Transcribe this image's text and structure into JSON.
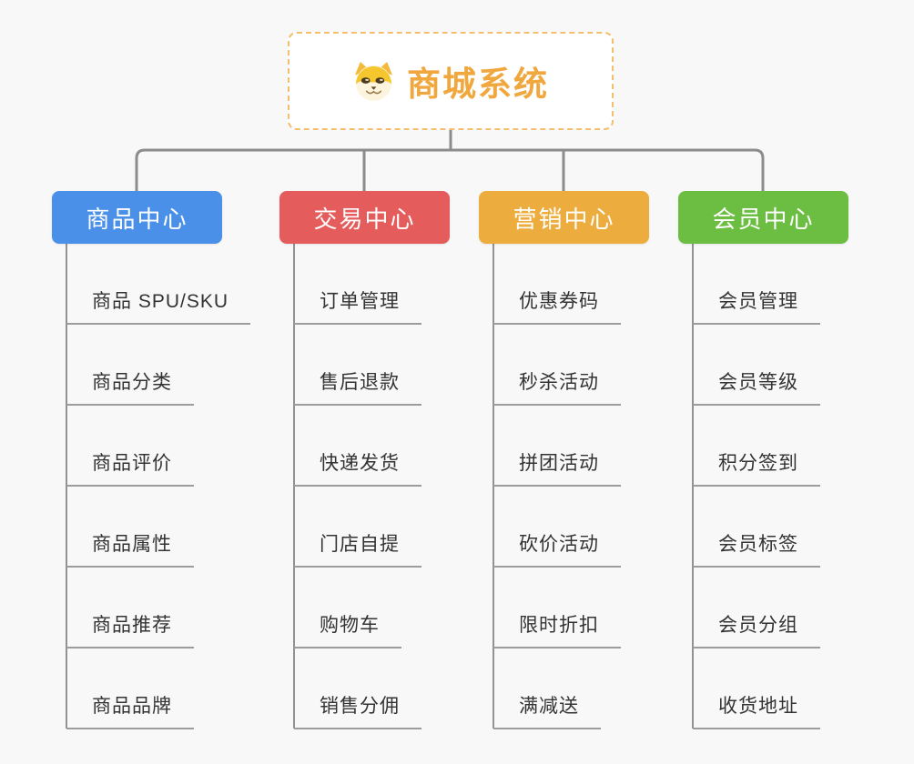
{
  "root": {
    "title": "商城系统",
    "icon": "dog-face-icon"
  },
  "branches": [
    {
      "label": "商品中心",
      "color": "#4A90E8",
      "children": [
        "商品 SPU/SKU",
        "商品分类",
        "商品评价",
        "商品属性",
        "商品推荐",
        "商品品牌"
      ]
    },
    {
      "label": "交易中心",
      "color": "#E45C5C",
      "children": [
        "订单管理",
        "售后退款",
        "快递发货",
        "门店自提",
        "购物车",
        "销售分佣"
      ]
    },
    {
      "label": "营销中心",
      "color": "#EDAD3E",
      "children": [
        "优惠券码",
        "秒杀活动",
        "拼团活动",
        "砍价活动",
        "限时折扣",
        "满减送"
      ]
    },
    {
      "label": "会员中心",
      "color": "#6CBE43",
      "children": [
        "会员管理",
        "会员等级",
        "积分签到",
        "会员标签",
        "会员分组",
        "收货地址"
      ]
    }
  ],
  "colors": {
    "background": "#F8F8F8",
    "connector": "#8C8C8C",
    "underline": "#9C9C9C",
    "root_border": "#F5BE6E",
    "root_text": "#F0A73E",
    "item_text": "#333333"
  }
}
